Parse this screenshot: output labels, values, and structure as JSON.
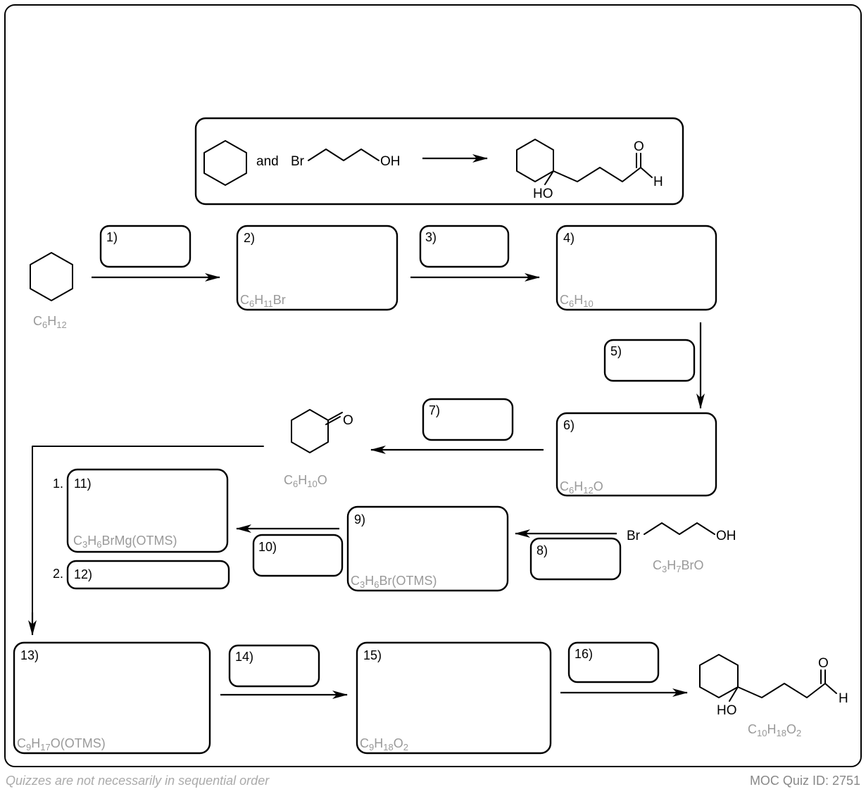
{
  "overview": {
    "connector": "and",
    "bromopropanol": {
      "br": "Br",
      "oh": "OH"
    },
    "target": {
      "o": "O",
      "h": "H",
      "ho": "HO"
    }
  },
  "steps": {
    "s1": "1)",
    "s2": "2)",
    "s3": "3)",
    "s4": "4)",
    "s5": "5)",
    "s6": "6)",
    "s7": "7)",
    "s8": "8)",
    "s9": "9)",
    "s10": "10)",
    "s11": "11)",
    "s12": "12)",
    "s13": "13)",
    "s14": "14)",
    "s15": "15)",
    "s16": "16)"
  },
  "prefixes": {
    "p1": "1.",
    "p2": "2."
  },
  "formulas": {
    "cyclohexane": [
      "C",
      {
        "sub": "6"
      },
      "H",
      {
        "sub": "12"
      }
    ],
    "box2": [
      "C",
      {
        "sub": "6"
      },
      "H",
      {
        "sub": "11"
      },
      "Br"
    ],
    "box4": [
      "C",
      {
        "sub": "6"
      },
      "H",
      {
        "sub": "10"
      }
    ],
    "box6": [
      "C",
      {
        "sub": "6"
      },
      "H",
      {
        "sub": "12"
      },
      "O"
    ],
    "cyclohexanone": [
      "C",
      {
        "sub": "6"
      },
      "H",
      {
        "sub": "10"
      },
      "O"
    ],
    "bromopropanol": [
      "C",
      {
        "sub": "3"
      },
      "H",
      {
        "sub": "7"
      },
      "BrO"
    ],
    "box9": [
      "C",
      {
        "sub": "3"
      },
      "H",
      {
        "sub": "6"
      },
      "Br(OTMS)"
    ],
    "box11": [
      "C",
      {
        "sub": "3"
      },
      "H",
      {
        "sub": "6"
      },
      "BrMg(OTMS)"
    ],
    "box13": [
      "C",
      {
        "sub": "9"
      },
      "H",
      {
        "sub": "17"
      },
      "O(OTMS)"
    ],
    "box15": [
      "C",
      {
        "sub": "9"
      },
      "H",
      {
        "sub": "18"
      },
      "O",
      {
        "sub": "2"
      }
    ],
    "product": [
      "C",
      {
        "sub": "10"
      },
      "H",
      {
        "sub": "18"
      },
      "O",
      {
        "sub": "2"
      }
    ]
  },
  "molecules": {
    "ketone_o": "O",
    "reagent": {
      "br": "Br",
      "oh": "OH"
    },
    "product": {
      "o": "O",
      "h": "H",
      "ho": "HO"
    }
  },
  "footer": {
    "left": "Quizzes are not necessarily in sequential order",
    "right": "MOC Quiz ID: 2751"
  }
}
